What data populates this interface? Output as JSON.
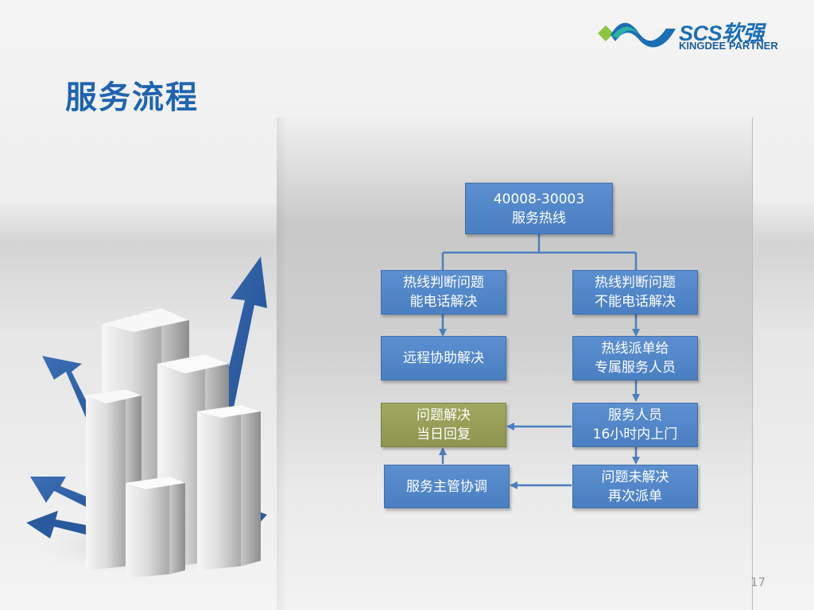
{
  "slide": {
    "title": "服务流程",
    "page_number": "17"
  },
  "logo": {
    "brand": "SCS软强",
    "subtitle": "KINGDEE PARTNER",
    "colors": {
      "blue": "#1a6fb5",
      "teal": "#2bb3a6",
      "green": "#8cc63f"
    }
  },
  "flow": {
    "hotline": "40008-30003\n服务热线",
    "left_branch": "热线判断问题\n能电话解决",
    "right_branch": "热线判断问题\n不能电话解决",
    "remote_assist": "远程协助解决",
    "dispatch": "热线派单给\n专属服务人员",
    "resolved": "问题解决\n当日回复",
    "onsite": "服务人员\n16小时内上门",
    "supervisor": "服务主管协调",
    "unresolved": "问题未解决\n再次派单"
  },
  "colors": {
    "box_blue": "#4a7fc1",
    "box_green": "#979c55",
    "connector": "#4a7fc1",
    "title": "#1f64b0"
  }
}
